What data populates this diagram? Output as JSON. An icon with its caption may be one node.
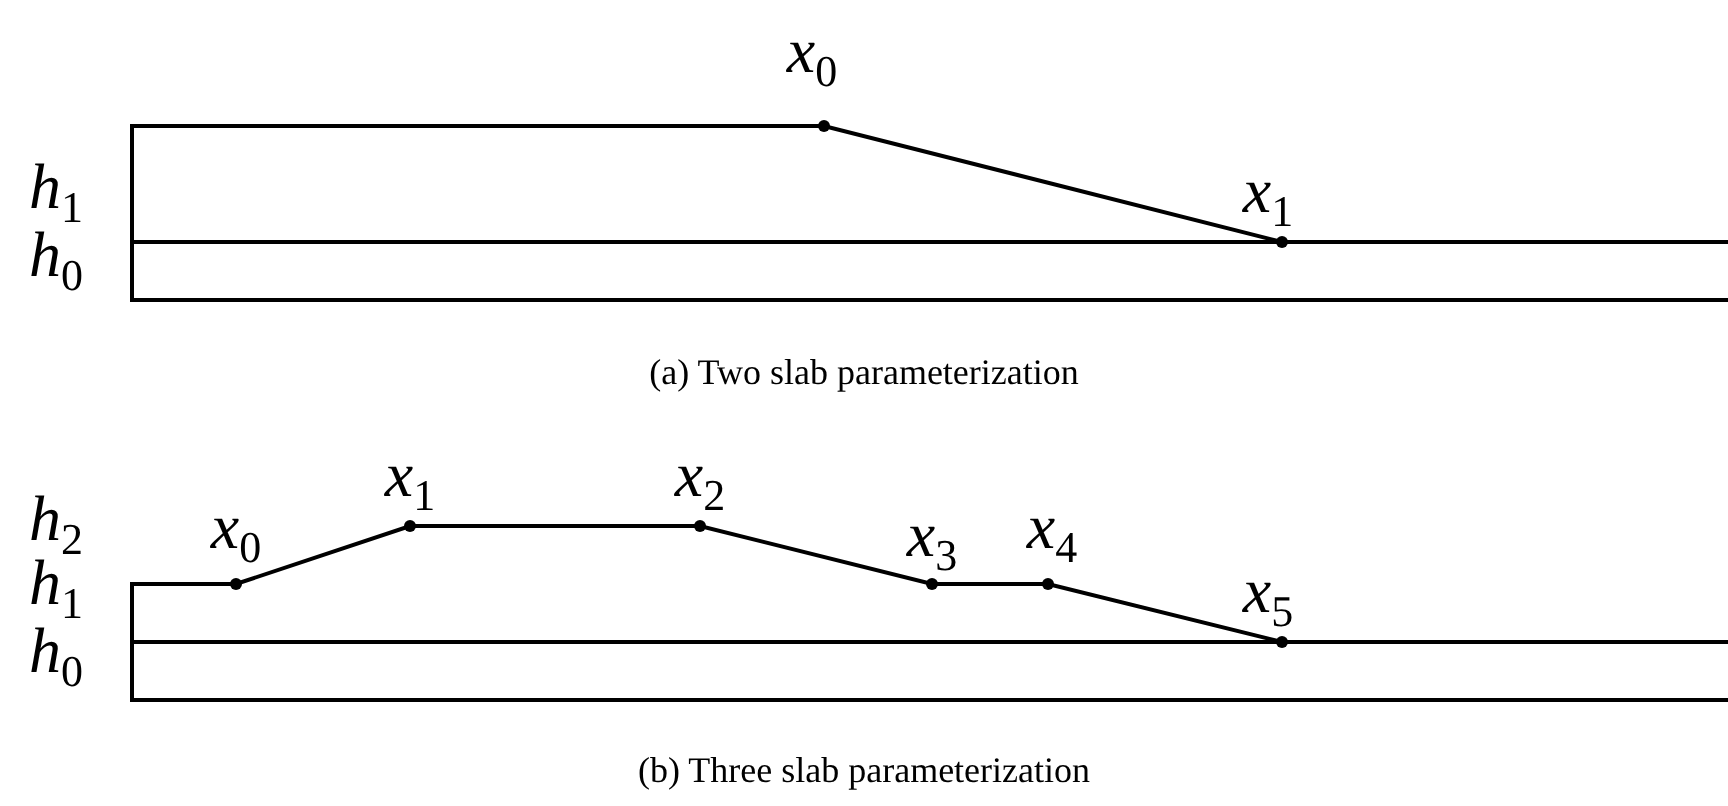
{
  "diagram": {
    "labels": [
      "x$_{0}$",
      "h$_{1}$",
      "x$_{1}$",
      "h$_{0}$",
      "(a) Two slab parameterization",
      "x$_{1}$",
      "x$_{2}$",
      "h$_{2}$",
      "x$_{0}$",
      "x$_{3}$",
      "x$_{4}$",
      "h$_{1}$",
      "x$_{5}$",
      "h$_{0}$",
      "(b) Three slab parameterization"
    ]
  }
}
